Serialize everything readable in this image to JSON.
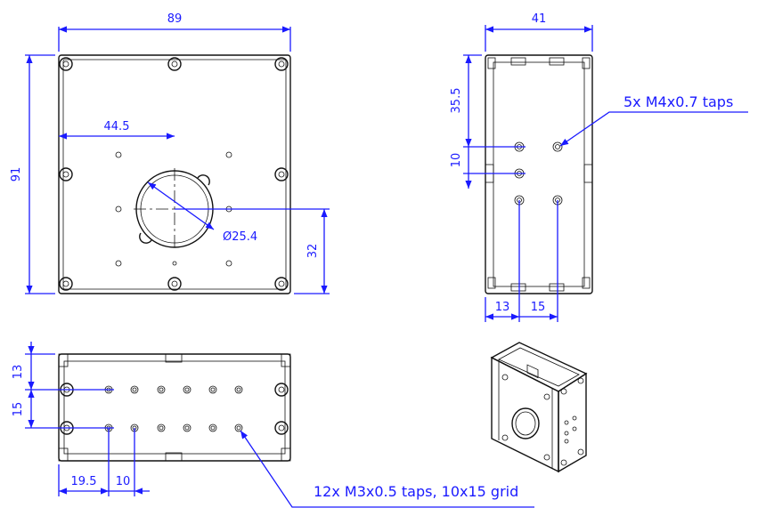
{
  "colors": {
    "dimension": "#1a1aff",
    "part": "#111111",
    "background": "#ffffff"
  },
  "dimensions": {
    "front_width": "89",
    "front_height": "91",
    "shaft_offset_x": "44.5",
    "shaft_offset_y": "32",
    "bore_diameter": "Ø25.4",
    "side_width": "41",
    "side_tap_top": "35.5",
    "side_tap_pitch_v": "10",
    "side_tap_offset_x": "13",
    "side_tap_pitch_h": "15",
    "bottom_top_margin": "13",
    "bottom_row_pitch": "15",
    "bottom_left_margin": "19.5",
    "bottom_col_pitch": "10"
  },
  "callouts": {
    "side_taps": "5x M4x0.7 taps",
    "bottom_taps": "12x M3x0.5 taps, 10x15 grid"
  }
}
